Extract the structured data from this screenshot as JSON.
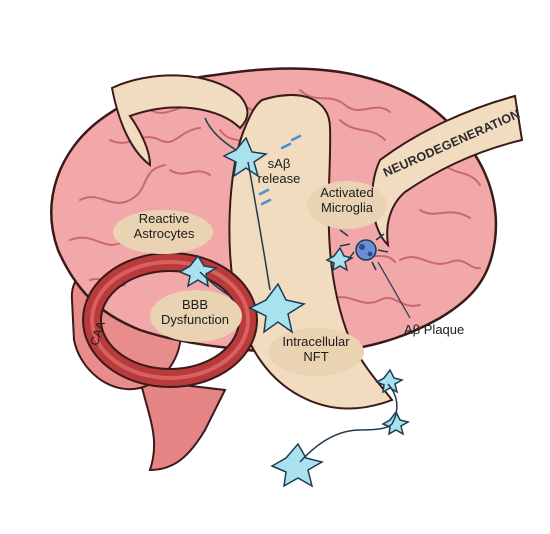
{
  "labels": {
    "neurodegeneration": "NEURODEGENERATION",
    "sab_release": [
      "sAβ",
      "release"
    ],
    "reactive_astrocytes": [
      "Reactive",
      "Astrocytes"
    ],
    "bbb_dysfunction": [
      "BBB",
      "Dysfunction"
    ],
    "activated_microglia": [
      "Activated",
      "Microglia"
    ],
    "intracellular_nft": [
      "Intracellular",
      "NFT"
    ],
    "ab_plaque": "Aβ Plaque",
    "caa": "CAA"
  },
  "icons": [
    "brain-illustration",
    "ribbon",
    "neuron-icon",
    "microglia-icon",
    "amyloid-plaque-icon",
    "blood-vessel-ring"
  ],
  "colors": {
    "brain": "#f2a8a8",
    "brain_folds": "#c9686f",
    "brain_outline": "#3a1a1a",
    "ribbon": "#f1dcc0",
    "label_bubble": "#ead3b2",
    "vessel": "#b83a3a",
    "neuron": "#a9e2ee",
    "plaque": "#6b8fd6"
  }
}
